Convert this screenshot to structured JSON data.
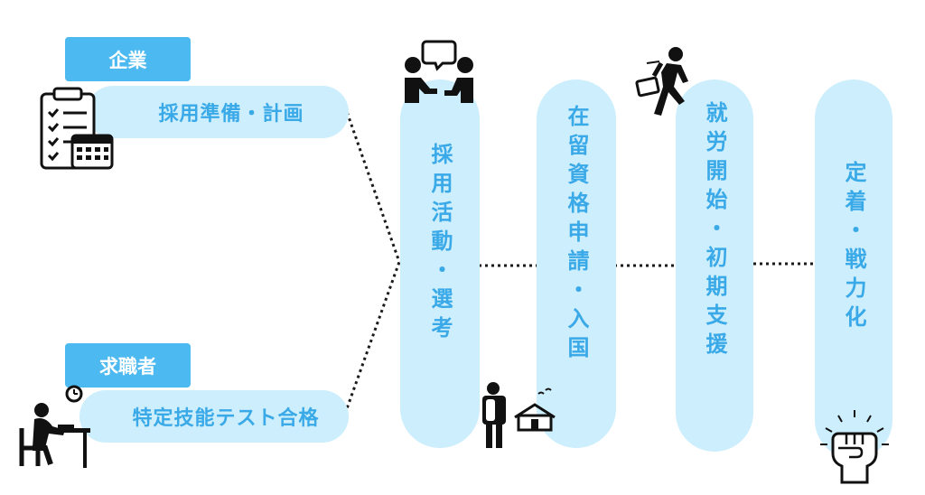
{
  "tags": {
    "company": "企業",
    "jobseeker": "求職者"
  },
  "left_steps": {
    "company_step": "採用準備・計画",
    "jobseeker_step": "特定技能テスト合格"
  },
  "stages": [
    {
      "label": "採用活動・選考"
    },
    {
      "label": "在留資格申請・入国"
    },
    {
      "label": "就労開始・初期支援"
    },
    {
      "label": "定着・戦力化"
    }
  ],
  "colors": {
    "tag_bg": "#4cb9f0",
    "pill_bg": "#cdeefc",
    "pill_text": "#3aa9e8",
    "connector": "#1a1a1a"
  },
  "icons": [
    "clipboard-calendar-icon",
    "meeting-people-icon",
    "worker-desk-icon",
    "traveler-house-icon",
    "businessman-running-icon",
    "fist-icon"
  ]
}
